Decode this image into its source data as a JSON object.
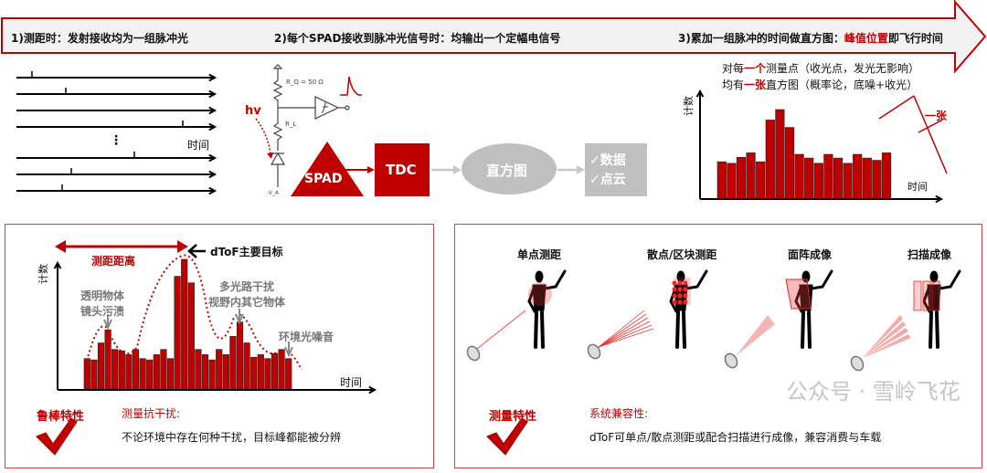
{
  "banner": {
    "step1": "1)测距时：发射接收均为一组脉冲光",
    "step2": "2)每个SPAD接收到脉冲光信号时：均输出一个定幅电信号",
    "step3_prefix": "3)累加一组脉冲的时间做直方图：",
    "step3_highlight": "峰值位置",
    "step3_suffix": "即飞行时间"
  },
  "pulses": {
    "time_label": "时间",
    "dots": "⋮"
  },
  "circuit": {
    "rq_label": "R_Q = 50 Ω",
    "rl_label": "R_L",
    "hv_label": "hv",
    "vb_label": "-V_A"
  },
  "pipeline": {
    "spad": "SPAD",
    "tdc": "TDC",
    "histogram": "直方图",
    "output_1": "✓数据",
    "output_2": "✓点云"
  },
  "histogram_top": {
    "note1_a": "对每",
    "note1_b": "一个",
    "note1_c": "测量点（收光点，发光无影响）",
    "note2_a": "均有",
    "note2_b": "一张",
    "note2_c": "直方图（概率论，底噪+收光）",
    "ylabel": "计数",
    "xlabel": "时间",
    "bracket_label": "一张",
    "bars": [
      5,
      4.8,
      5.6,
      6.2,
      5,
      10.6,
      12,
      9.6,
      6,
      5.5,
      4.8,
      6,
      5.5,
      4.8,
      6,
      5.5,
      5.2,
      6.2
    ]
  },
  "robust_panel": {
    "range_label": "测距距离",
    "target_label": "dToF主要目标",
    "ann1_a": "透明物体",
    "ann1_b": "镜头污渍",
    "ann2_a": "多光路干扰",
    "ann2_b": "视野内其它物体",
    "ann3": "环境光噪音",
    "ylabel": "计数",
    "xlabel": "时间",
    "feature": "鲁棒特性",
    "subtitle": "测量抗干扰:",
    "desc": "不论环境中存在何种干扰，目标峰都能被分辨",
    "bars": [
      24,
      23,
      36,
      46,
      31,
      30,
      27,
      31,
      24,
      23,
      27,
      31,
      24,
      87,
      100,
      82,
      31,
      27,
      23,
      31,
      27,
      41,
      52,
      36,
      25,
      27,
      24,
      28,
      31,
      24
    ]
  },
  "compat_panel": {
    "modes": [
      "单点测距",
      "散点/区块测距",
      "面阵成像",
      "扫描成像"
    ],
    "feature": "测量特性",
    "subtitle": "系统兼容性:",
    "desc": "dToF可单点/散点测距或配合扫描进行成像，兼容消费与车载"
  },
  "watermark": "公众号 · 雪岭飞花",
  "colors": {
    "accent": "#c00000",
    "gray": "#bfbfbf",
    "banner_fill": "#f2f2f2"
  }
}
